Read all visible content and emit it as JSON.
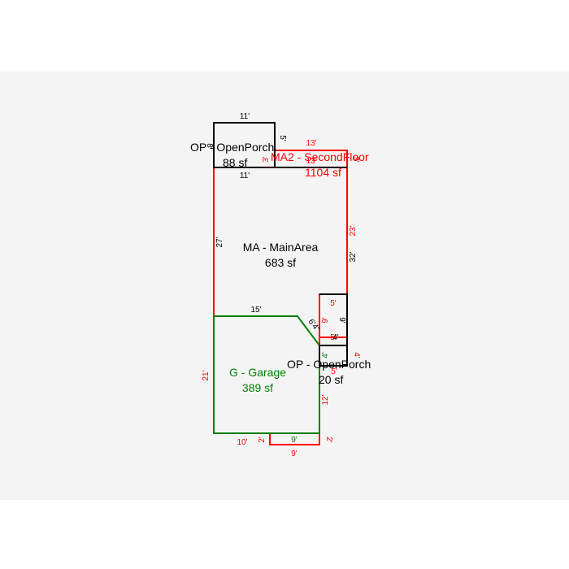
{
  "colors": {
    "background": "#f4f4f4",
    "page": "#ffffff",
    "black": "#000000",
    "red": "#ff0000",
    "green": "#008000"
  },
  "areas": {
    "open_porch_top": {
      "name": "OP - OpenPorch",
      "size": "88 sf"
    },
    "second_floor": {
      "name": "MA2 - SecondFloor",
      "size": "1104 sf"
    },
    "main_area": {
      "name": "MA - MainArea",
      "size": "683 sf"
    },
    "garage": {
      "name": "G - Garage",
      "size": "389 sf"
    },
    "open_porch_bottom": {
      "name": "OP - OpenPorch",
      "size": "20 sf"
    }
  },
  "dimensions": {
    "op_top_width_top": "11'",
    "op_top_width_bottom": "11'",
    "op_top_height_right": "5'",
    "op_top_height_left": "8'",
    "sf_width_top": "13'",
    "sf_left_short": "3'",
    "sf_right_short": "3'",
    "sf_inner_width": "13'",
    "ma_left_height": "27'",
    "ma_right_upper": "23'",
    "ma_right_black": "32'",
    "garage_top_width": "15'",
    "garage_diagonal": "6'4\"",
    "notch_top_width": "5'",
    "notch_height_red": "9'",
    "notch_height_black": "9'",
    "notch_mid_red": "5'",
    "notch_mid_black": "4'",
    "op_bottom_left": "4'",
    "op_bottom_right": "4'",
    "op_bottom_below": "5'",
    "garage_left_height": "21'",
    "garage_right_height": "12'",
    "garage_bottom_left": "10'",
    "garage_bottom_inner": "9'",
    "ext_left_height": "2'",
    "ext_right_height": "2'",
    "ext_bottom_width": "9'"
  }
}
